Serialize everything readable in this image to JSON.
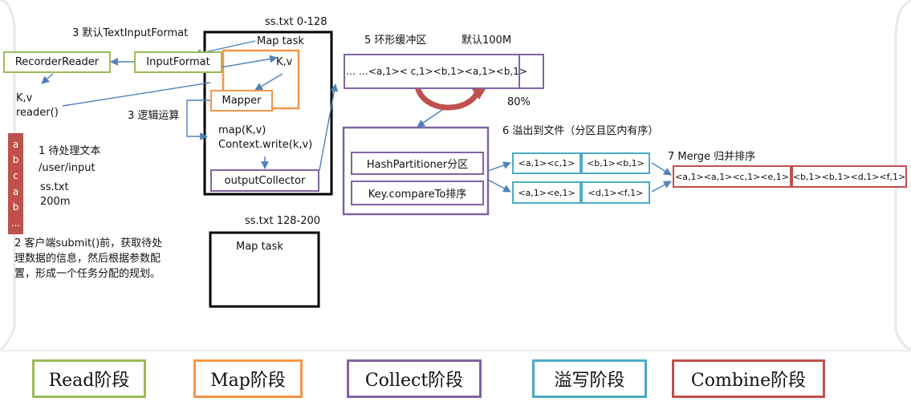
{
  "colors": {
    "read": "#9bbb59",
    "map": "#f79646",
    "collect": "#8064a2",
    "spill": "#4bacc6",
    "combine": "#c0504d",
    "arrow": "#4f81bd"
  },
  "labels": {
    "split1": "ss.txt 0-128",
    "split2": "ss.txt 128-200",
    "default_input_format": "3 默认TextInputFormat",
    "kv_top": "K,v",
    "kv_left": "K,v",
    "reader_call": "reader()",
    "logic": "3 逻辑运算",
    "map_call": "map(K,v)",
    "context_write": "Context.write(k,v)",
    "file_title": "1 待处理文本",
    "file_path": "/user/input",
    "file_name": "ss.txt",
    "file_size": "200m",
    "client_desc": "2 客户端submit()前，获取待处理数据的信息，然后根据参数配置，形成一个任务分配的规划。",
    "ring_buffer": "5 环形缓冲区",
    "ring_default": "默认100M",
    "percent": "80%",
    "spill_title": "6 溢出到文件（分区且区内有序）",
    "merge_title": "7 Merge 归并排序"
  },
  "file_blocks": [
    "a",
    "b",
    "c",
    "a",
    "b",
    "..."
  ],
  "boxes": {
    "recorder_reader": "RecorderReader",
    "input_format": "InputFormat",
    "map_task1": "Map task",
    "map_task2": "Map task",
    "mapper": "Mapper",
    "output_collector": "outputCollector",
    "buffer_content": "… …<a,1>< c,1><b,1><a,1><b,1>",
    "hash_partitioner": "HashPartitioner分区",
    "key_compare": "Key.compareTo排序",
    "spill_a1": "<a,1><c,1>",
    "spill_b1": "<b,1><b,1>",
    "spill_a2": "<a,1><e,1>",
    "spill_d": "<d,1><f,1>",
    "merge_a": "<a,1><a,1><c,1><e,1>",
    "merge_b": "<b,1><b,1><d,1><f,1>"
  },
  "legend": [
    {
      "label": "Read阶段",
      "color": "#9bbb59"
    },
    {
      "label": "Map阶段",
      "color": "#f79646"
    },
    {
      "label": "Collect阶段",
      "color": "#8064a2"
    },
    {
      "label": "溢写阶段",
      "color": "#4bacc6"
    },
    {
      "label": "Combine阶段",
      "color": "#c0504d"
    }
  ]
}
